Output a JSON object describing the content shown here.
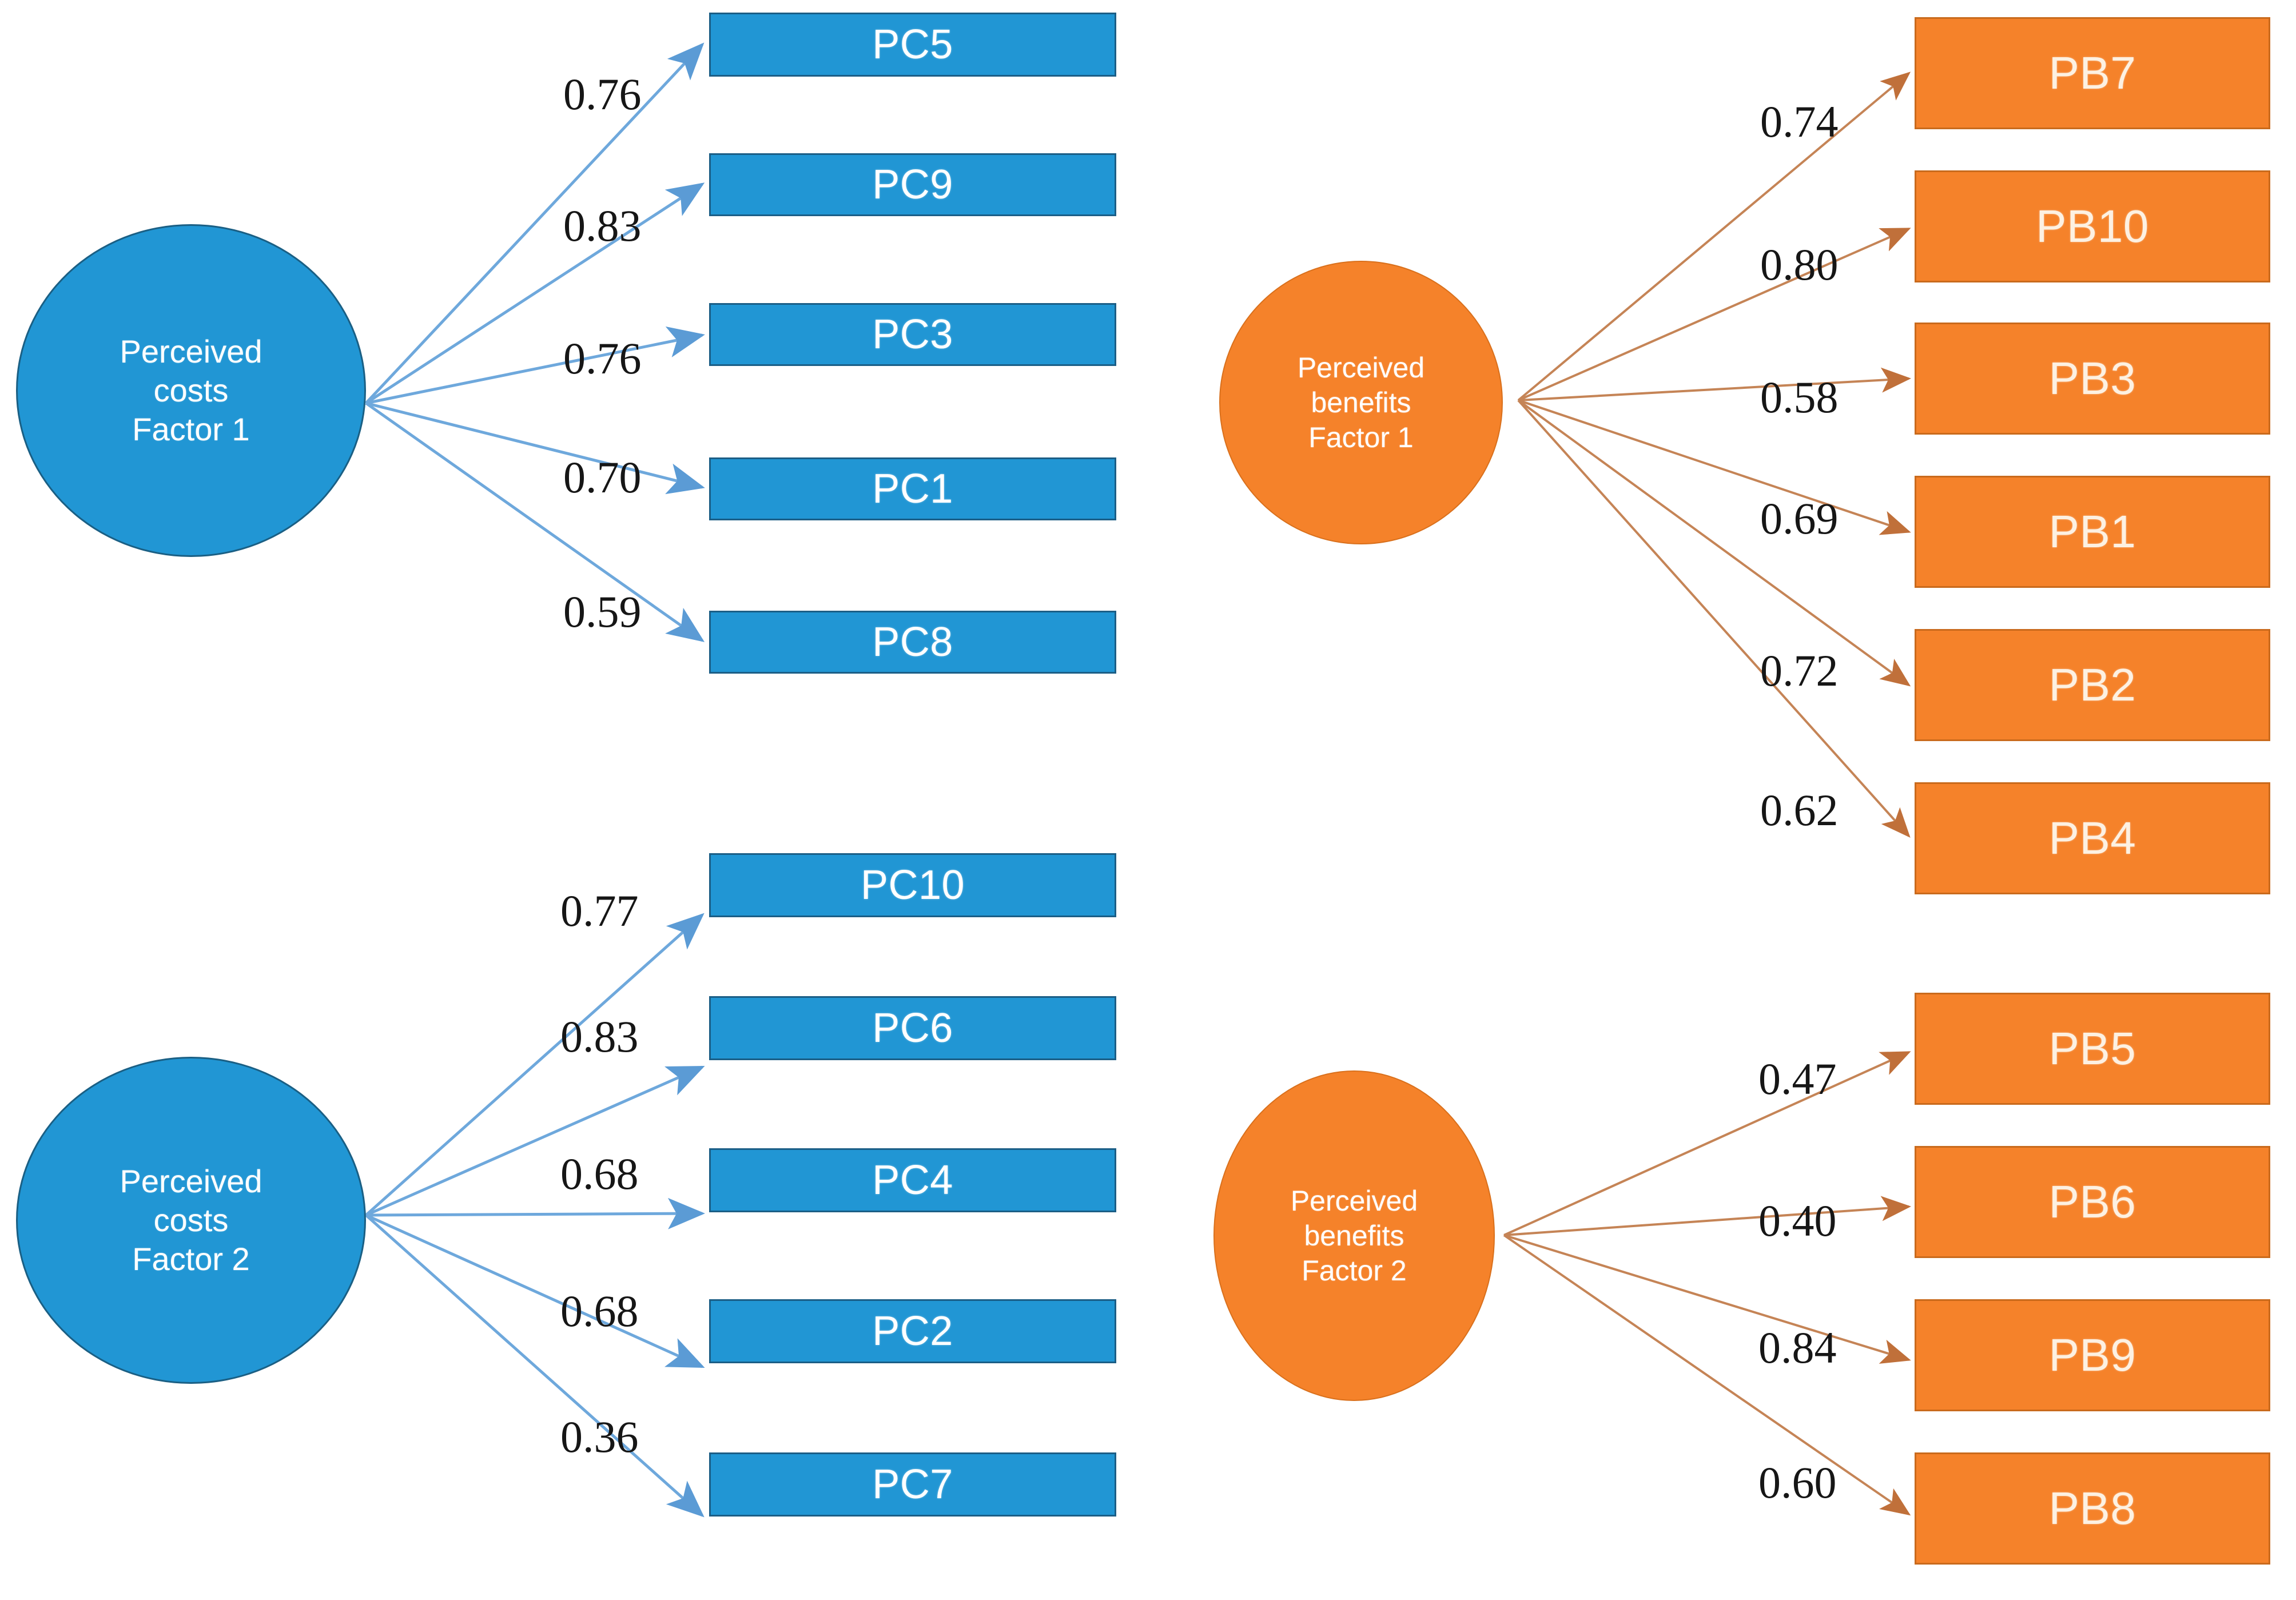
{
  "diagram": {
    "title_visible": false,
    "colors": {
      "costs": "#2196d4",
      "costs_border": "#1b5e86",
      "benefits": "#f5822a",
      "benefits_border": "#c96a1c",
      "label_text": "#161616",
      "box_text": "#ffffff",
      "background": "#ffffff"
    },
    "groups": [
      {
        "id": "perceived-costs-factor-1",
        "kind": "costs",
        "circle": {
          "line1": "Perceived",
          "line2": "costs",
          "line3": "Factor 1"
        },
        "indicators": [
          {
            "label": "PC5",
            "loading": "0.76"
          },
          {
            "label": "PC9",
            "loading": "0.83"
          },
          {
            "label": "PC3",
            "loading": "0.76"
          },
          {
            "label": "PC1",
            "loading": "0.70"
          },
          {
            "label": "PC8",
            "loading": "0.59"
          }
        ]
      },
      {
        "id": "perceived-benefits-factor-1",
        "kind": "benefits",
        "circle": {
          "line1": "Perceived",
          "line2": "benefits",
          "line3": "Factor 1"
        },
        "indicators": [
          {
            "label": "PB7",
            "loading": "0.74"
          },
          {
            "label": "PB10",
            "loading": "0.80"
          },
          {
            "label": "PB3",
            "loading": "0.58"
          },
          {
            "label": "PB1",
            "loading": "0.69"
          },
          {
            "label": "PB2",
            "loading": "0.72"
          },
          {
            "label": "PB4",
            "loading": "0.62"
          }
        ]
      },
      {
        "id": "perceived-costs-factor-2",
        "kind": "costs",
        "circle": {
          "line1": "Perceived",
          "line2": "costs",
          "line3": "Factor 2"
        },
        "indicators": [
          {
            "label": "PC10",
            "loading": "0.77"
          },
          {
            "label": "PC6",
            "loading": "0.83"
          },
          {
            "label": "PC4",
            "loading": "0.68"
          },
          {
            "label": "PC2",
            "loading": "0.68"
          },
          {
            "label": "PC7",
            "loading": "0.36"
          }
        ]
      },
      {
        "id": "perceived-benefits-factor-2",
        "kind": "benefits",
        "circle": {
          "line1": "Perceived",
          "line2": "benefits",
          "line3": "Factor 2"
        },
        "indicators": [
          {
            "label": "PB5",
            "loading": "0.47"
          },
          {
            "label": "PB6",
            "loading": "0.40"
          },
          {
            "label": "PB9",
            "loading": "0.84"
          },
          {
            "label": "PB8",
            "loading": "0.60"
          }
        ]
      }
    ]
  }
}
